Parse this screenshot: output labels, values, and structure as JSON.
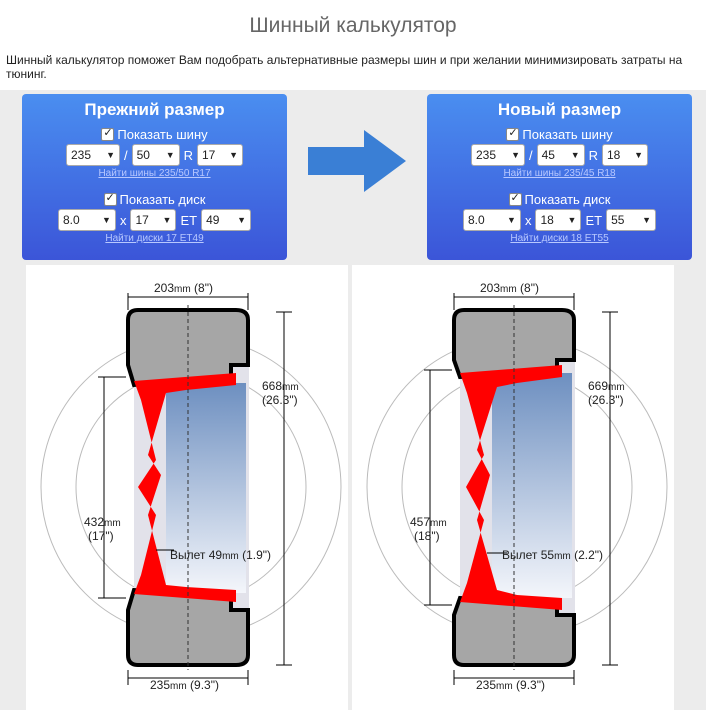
{
  "title": "Шинный калькулятор",
  "intro": "Шинный калькулятор поможет Вам подобрать альтернативные размеры шин и при желании минимизировать затраты на тюнинг.",
  "old": {
    "heading": "Прежний размер",
    "show_tire": "Показать шину",
    "width": "235",
    "sep1": "/",
    "profile": "50",
    "r": "R",
    "rim": "17",
    "tire_link": "Найти шины 235/50 R17",
    "show_disk": "Показать диск",
    "disk_width": "8.0",
    "x": "x",
    "disk_diam": "17",
    "et": "ET",
    "offset": "49",
    "disk_link": "Найти диски 17 ET49",
    "top_dim": "203",
    "top_in": " (8\")",
    "height_mm": "668",
    "height_in": "(26.3\")",
    "rim_mm": "432",
    "rim_in": "(17\")",
    "offset_label": "Вылет 49",
    "offset_in": " (1.9\")",
    "bottom_dim": "235",
    "bottom_in": " (9.3\")"
  },
  "new": {
    "heading": "Новый размер",
    "show_tire": "Показать шину",
    "width": "235",
    "sep1": "/",
    "profile": "45",
    "r": "R",
    "rim": "18",
    "tire_link": "Найти шины 235/45 R18",
    "show_disk": "Показать диск",
    "disk_width": "8.0",
    "x": "x",
    "disk_diam": "18",
    "et": "ET",
    "offset": "55",
    "disk_link": "Найти диски 18 ET55",
    "top_dim": "203",
    "top_in": " (8\")",
    "height_mm": "669",
    "height_in": "(26.3\")",
    "rim_mm": "457",
    "rim_in": "(18\")",
    "offset_label": "Вылет 55",
    "offset_in": " (2.2\")",
    "bottom_dim": "235",
    "bottom_in": " (9.3\")"
  },
  "unit": "mm",
  "colors": {
    "panel_top": "#4a8ef0",
    "panel_bottom": "#3b55d8",
    "arrow": "#3a7fd5",
    "rim_red": "#ff0000",
    "tire_gray": "#a6a6a6"
  }
}
